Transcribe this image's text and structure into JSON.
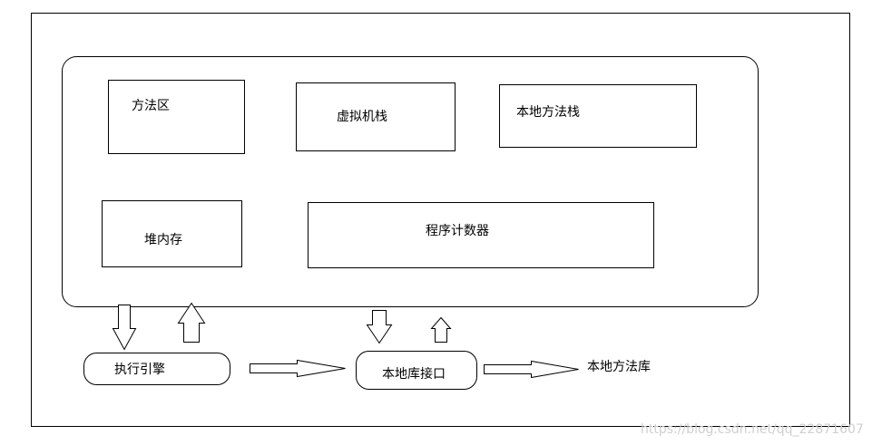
{
  "regions": {
    "method_area": "方法区",
    "vm_stack": "虚拟机栈",
    "native_method_stack": "本地方法栈",
    "heap": "堆内存",
    "program_counter": "程序计数器"
  },
  "execution_engine": "执行引擎",
  "native_interface": "本地库接口",
  "native_library": "本地方法库",
  "watermark": "https://blog.csdn.net/qq_22871607"
}
